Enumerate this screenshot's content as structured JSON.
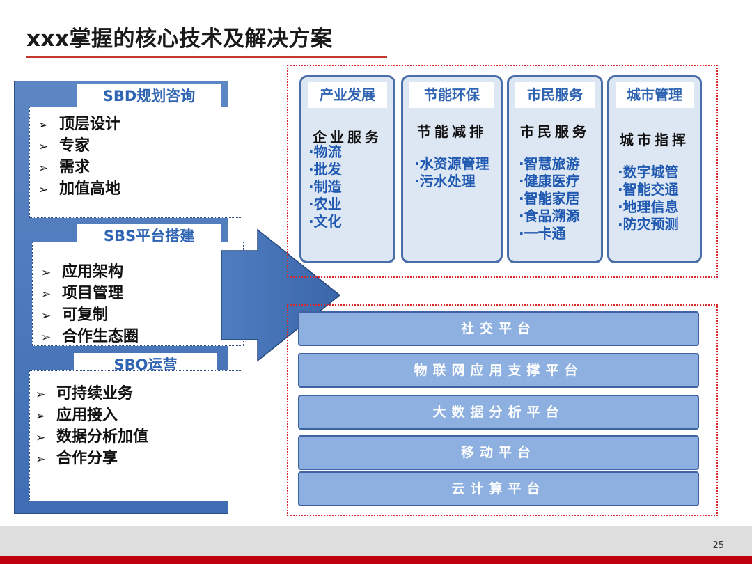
{
  "title": "xxx掌握的核心技术及解决方案",
  "left": {
    "sections": [
      {
        "heading": "SBD规划咨询",
        "items": [
          "顶层设计",
          "专家",
          "需求",
          "加值高地"
        ]
      },
      {
        "heading": "SBS平台搭建",
        "items": [
          "应用架构",
          "项目管理",
          "可复制",
          "合作生态圈"
        ]
      },
      {
        "heading": "SBO运营",
        "items": [
          "可持续业务",
          "应用接入",
          "数据分析加值",
          "合作分享"
        ]
      }
    ],
    "bullet": "➢"
  },
  "cards": [
    {
      "heading": "产业发展",
      "subtitle": "企业服务",
      "items": [
        "·物流",
        "·批发",
        "·制造",
        "·农业",
        "·文化"
      ]
    },
    {
      "heading": "节能环保",
      "subtitle": "节能减排",
      "items": [
        "·水资源管理",
        "·污水处理"
      ]
    },
    {
      "heading": "市民服务",
      "subtitle": "市民服务",
      "items": [
        "·智慧旅游",
        "·健康医疗",
        "·智能家居",
        "·食品溯源",
        "·一卡通"
      ]
    },
    {
      "heading": "城市管理",
      "subtitle": "城市指挥",
      "items": [
        "·数字城管",
        "·智能交通",
        "·地理信息",
        "·防灾预测"
      ]
    }
  ],
  "platforms": [
    "社交平台",
    "物联网应用支撑平台",
    "大数据分析平台",
    "移动平台",
    "云计算平台"
  ],
  "page_number": "25",
  "colors": {
    "accent_red": "#c0000c",
    "heading_blue": "#2f64b2",
    "frame_blue": "#3f6db3",
    "bar_blue": "#8db0e0"
  }
}
